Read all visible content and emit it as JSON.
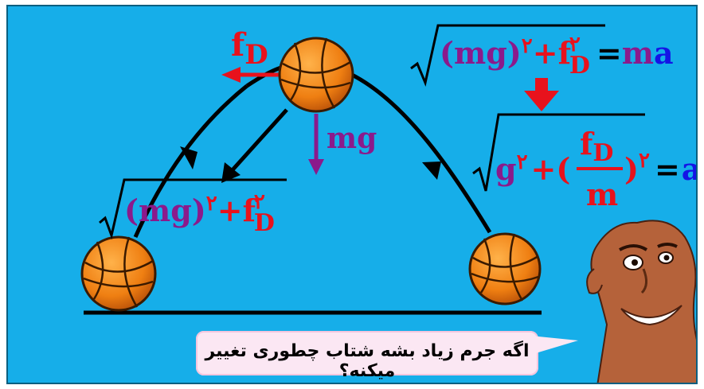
{
  "labels": {
    "drag_force": "f",
    "drag_sub": "D",
    "weight": "mg",
    "eq1_lhs_a": "(mg)",
    "eq1_sup": "۲",
    "eq1_plus": "+",
    "eq1_f": "f",
    "eq1_fsub": "D",
    "eq1_fsup": "۲",
    "eq1_eq": "=",
    "eq1_m": "m",
    "eq1_a": "a",
    "eq2_g": "g",
    "eq2_gsup": "۲",
    "eq2_plus": "+(",
    "eq2_num": "f",
    "eq2_numsub": "D",
    "eq2_den": "m",
    "eq2_close": ")",
    "eq2_sup": "۲",
    "eq2_eq": "=",
    "eq2_a": "a",
    "left_expr_a": "(mg)",
    "left_expr_sup": "۲",
    "left_expr_plus": "+",
    "left_expr_f": "f",
    "left_expr_fsub": "D",
    "left_expr_fsup": "۲"
  },
  "speech_bubble": {
    "text": "اگه جرم زیاد بشه شتاب چطوری تغییر میکنه؟"
  },
  "colors": {
    "background": "#16aee9",
    "purple": "#8b1a8b",
    "red": "#e8121c",
    "blue": "#1414e6",
    "ball": "#f28a1c"
  }
}
